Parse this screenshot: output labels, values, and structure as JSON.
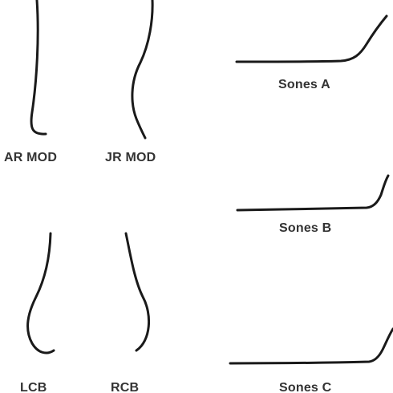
{
  "colors": {
    "background": "#ffffff",
    "stroke": "#1a1a1a",
    "text": "#333333"
  },
  "catheters": [
    {
      "id": "ar-mod",
      "label": "AR MOD"
    },
    {
      "id": "jr-mod",
      "label": "JR MOD"
    },
    {
      "id": "sones-a",
      "label": "Sones A"
    },
    {
      "id": "sones-b",
      "label": "Sones B"
    },
    {
      "id": "sones-c",
      "label": "Sones C"
    },
    {
      "id": "lcb",
      "label": "LCB"
    },
    {
      "id": "rcb",
      "label": "RCB"
    }
  ]
}
